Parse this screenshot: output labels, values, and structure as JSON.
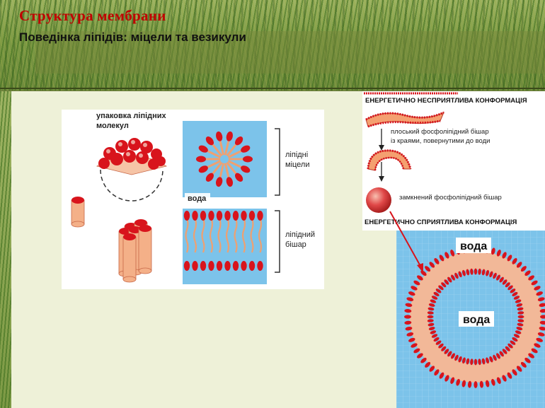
{
  "slide": {
    "title": "Структура мембрани",
    "subtitle": "Поведінка ліпідів: міцели та везикули"
  },
  "left_figure": {
    "packing_label_line1": "упаковка ліпідних",
    "packing_label_line2": "молекул",
    "micelles_label_line1": "ліпідні",
    "micelles_label_line2": "міцели",
    "water_label": "вода",
    "bilayer_label_line1": "ліпідний",
    "bilayer_label_line2": "бішар"
  },
  "right_figure": {
    "unfavorable_label": "ЕНЕРГЕТИЧНО НЕСПРИЯТЛИВА КОНФОРМАЦІЯ",
    "flat_bilayer_line1": "плоський фосфоліпідний бішар",
    "flat_bilayer_line2": "із краями, повернутими до води",
    "closed_bilayer_label": "замкнений фосфоліпідний бішар",
    "favorable_label": "ЕНЕРГЕТИЧНО СПРИЯТЛИВА КОНФОРМАЦІЯ"
  },
  "vesicle_figure": {
    "water_outside": "вода",
    "water_inside": "вода"
  },
  "colors": {
    "title_red": "#c00000",
    "head_red": "#d8141c",
    "tail_orange": "#f0a070",
    "water_blue": "#7cc3ea"
  }
}
